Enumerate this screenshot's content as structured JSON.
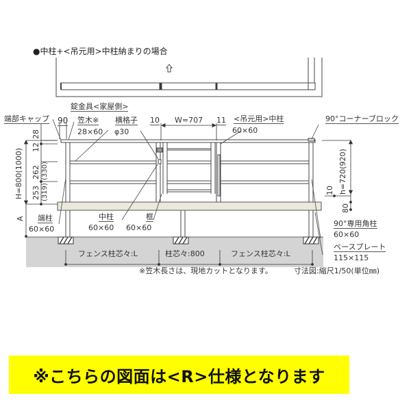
{
  "heading": "●中柱+<吊元用>中柱納まりの場合",
  "labels": {
    "lock": "錠金具<家屋側>",
    "end_cap": "端部キャップ",
    "cap_width": "90",
    "kasagi": "笠木※",
    "kasagi_size": "28×60",
    "yoko": "横格子",
    "yoko_size": "φ30",
    "gap_left": "10",
    "width": "W=707",
    "gap_right": "11",
    "hanging_post": "<吊元用>中柱",
    "hanging_post_size": "60×60",
    "corner_block": "90°コーナーブロック",
    "dim_28": "28",
    "dim_12": "12",
    "dim_262": "262",
    "dim_330": "(330)",
    "dim_253": "253",
    "dim_319": "(319)",
    "dim_H": "H=800(1000)",
    "dim_A": "A",
    "dim_h": "h=720(920)",
    "dim_10": "10",
    "dim_80": "80",
    "end_post": "端柱",
    "end_post_size": "60×60",
    "mid_post": "中柱",
    "mid_post_size": "60×60",
    "frame": "框",
    "frame_size": "60×60",
    "corner_post": "90°専用角柱",
    "corner_post_size": "60×60",
    "base_plate": "ベースプレート",
    "base_plate_size": "115×115",
    "span_left": "フェンス柱芯々:L",
    "span_mid": "柱芯々:800",
    "span_right": "フェンス柱芯々:L",
    "note": "※笠木長さは、現地カットとなります。",
    "scale": "寸法図:縮尺1/50(単位㎜)"
  },
  "banner": {
    "text": "※こちらの図面は<R>仕様となります",
    "color": "#ffff00"
  },
  "colors": {
    "ground": "#d4d4d4",
    "slab": "#ece8dc",
    "line": "#444444"
  }
}
